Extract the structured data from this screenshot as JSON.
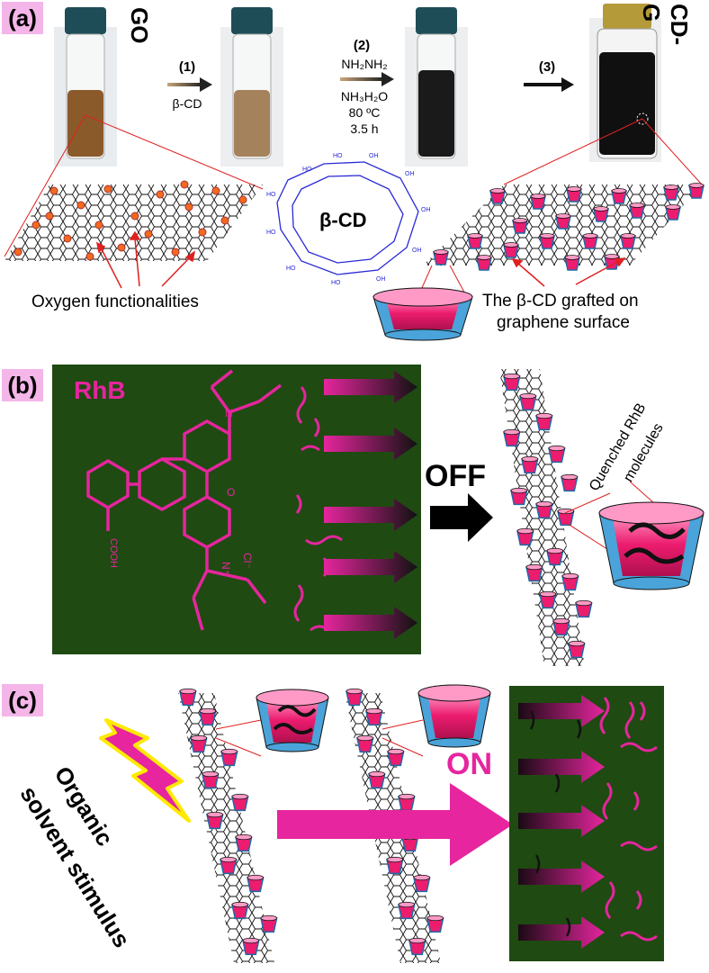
{
  "panels": {
    "a": {
      "label": "(a)",
      "vials": [
        {
          "label": "GO",
          "liquid_color": "#8a5a2b"
        },
        {
          "label": "",
          "liquid_color": "#a4825b"
        },
        {
          "label": "",
          "liquid_color": "#1a1a1a"
        },
        {
          "label": "CD-G",
          "liquid_color": "#101010"
        }
      ],
      "steps": [
        {
          "num": "(1)",
          "reagent": "β-CD"
        },
        {
          "num": "(2)",
          "conditions": [
            "NH₂NH₂",
            "NH₃H₂O",
            "80 ºC",
            "3.5 h"
          ]
        },
        {
          "num": "(3)"
        }
      ],
      "beta_cd_label": "β-CD",
      "caption_left": "Oxygen functionalities",
      "caption_right_line1": "The β-CD grafted on",
      "caption_right_line2": "graphene surface"
    },
    "b": {
      "label": "(b)",
      "molecule_label": "RhB",
      "cooh": "COOH",
      "cl": "Cl⁻",
      "n_plus": "N⁺",
      "o": "O",
      "n": "N",
      "off_label": "OFF",
      "quenched_line1": "Quenched RhB",
      "quenched_line2": "molecules"
    },
    "c": {
      "label": "(c)",
      "stimulus_line1": "Organic",
      "stimulus_line2": "solvent stimulus",
      "on_label": "ON"
    }
  },
  "colors": {
    "panel_label_bg": "#f4b6e8",
    "magenta": "#e6259e",
    "dark_green": "#1f4a12",
    "cd_blue": "#4aa3d9",
    "cd_pink": "#f0206e"
  }
}
